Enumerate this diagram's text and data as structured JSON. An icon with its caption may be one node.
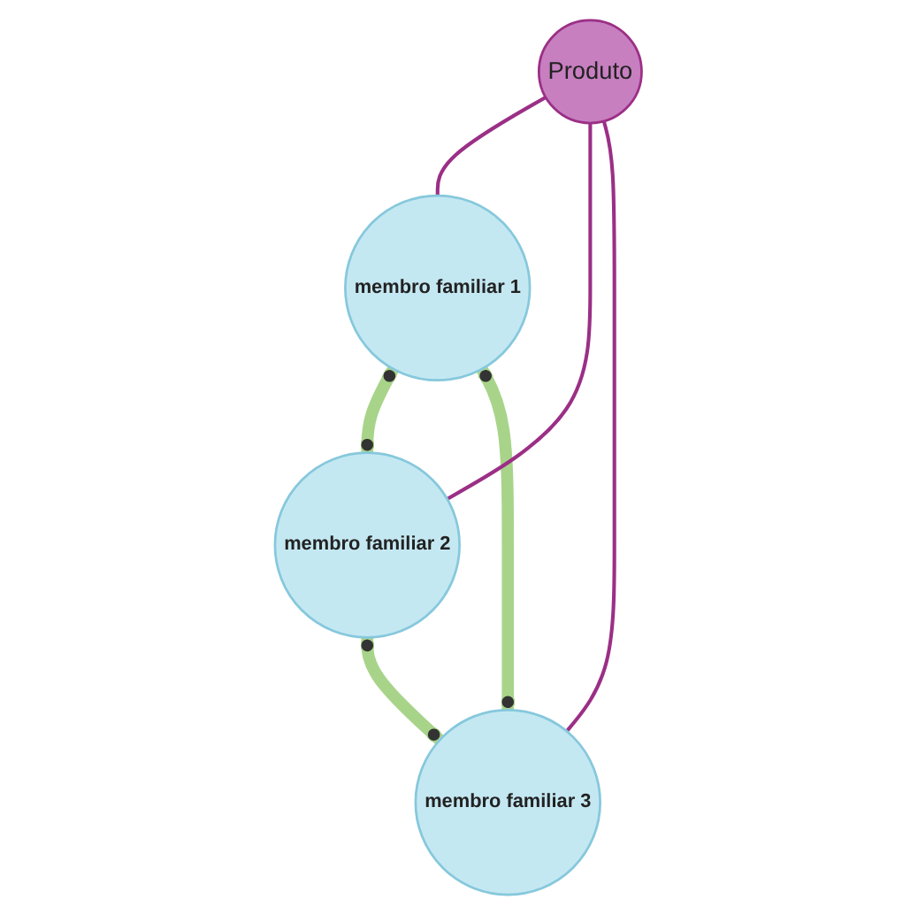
{
  "diagram": {
    "nodes": [
      {
        "text": [
          "membro familiar 1"
        ]
      },
      {
        "text": [
          "Produto"
        ]
      },
      {
        "text": [
          "membro familiar 3"
        ]
      },
      {
        "text": [
          "membro familiar 2"
        ]
      }
    ],
    "edges": [
      {
        "from": 0,
        "to": 3,
        "arrow": "other",
        "style": "thick",
        "color": "#a8d48a"
      },
      {
        "from": 3,
        "to": 2,
        "arrow": "other",
        "style": "thick",
        "color": "#a8d48a"
      },
      {
        "from": 2,
        "to": 0,
        "arrow": "other",
        "style": "thick",
        "color": "#a8d48a"
      },
      {
        "from": 1,
        "to": 0,
        "arrow": "none",
        "color": "#9b2f86"
      },
      {
        "from": 1,
        "to": 3,
        "arrow": "none",
        "color": "#9b2f86"
      },
      {
        "from": 1,
        "to": 2,
        "arrow": "none",
        "color": "#9b2f86"
      }
    ]
  }
}
